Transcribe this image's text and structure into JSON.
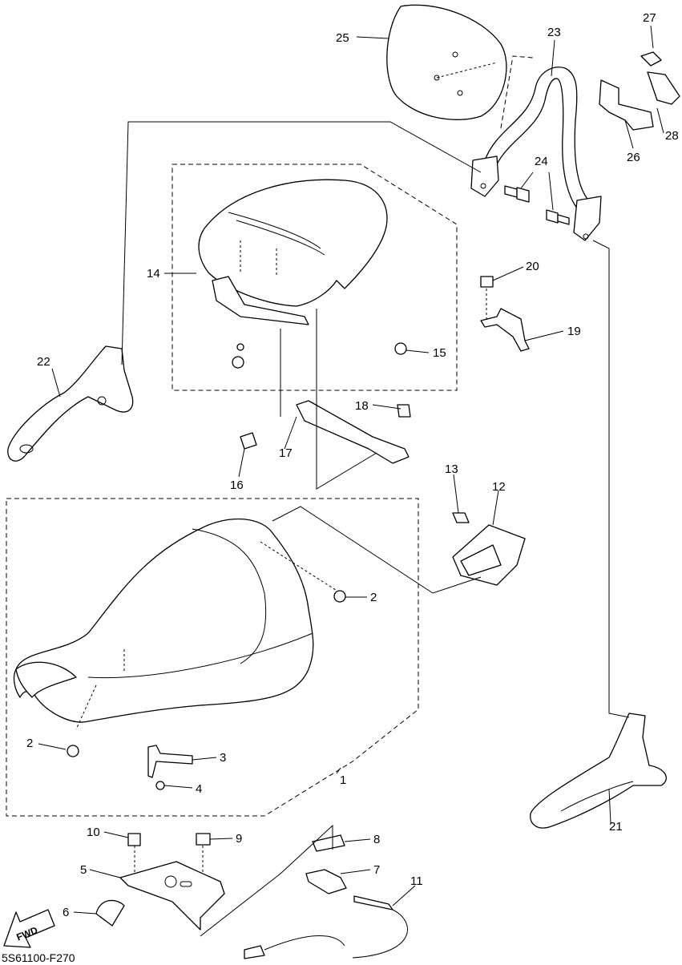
{
  "diagram_code": "5S61100-F270",
  "fwd_label": "FWD",
  "callouts": {
    "c1": "1",
    "c2a": "2",
    "c2b": "2",
    "c3": "3",
    "c4": "4",
    "c5": "5",
    "c6": "6",
    "c7": "7",
    "c8": "8",
    "c9": "9",
    "c10": "10",
    "c11": "11",
    "c12": "12",
    "c13": "13",
    "c14": "14",
    "c15": "15",
    "c16": "16",
    "c17": "17",
    "c18": "18",
    "c19": "19",
    "c20": "20",
    "c21": "21",
    "c22": "22",
    "c23": "23",
    "c24": "24",
    "c25": "25",
    "c26": "26",
    "c27": "27",
    "c28": "28"
  }
}
